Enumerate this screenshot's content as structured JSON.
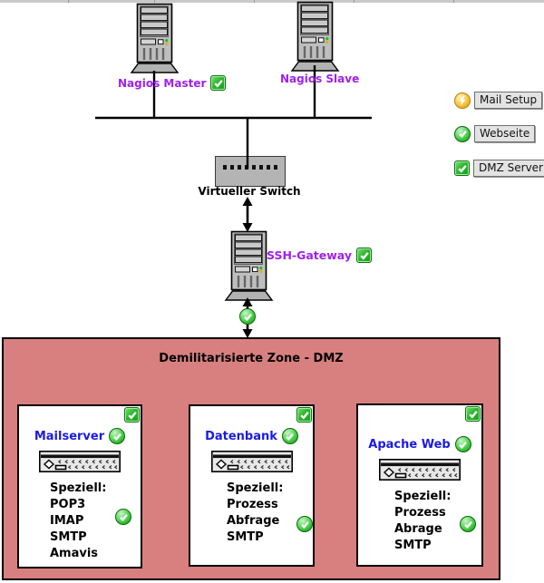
{
  "nodes": {
    "master": {
      "label": "Nagios Master",
      "status": "ok"
    },
    "slave": {
      "label": "Nagios Slave"
    },
    "switch": {
      "label": "Virtueller Switch"
    },
    "gateway": {
      "label": "SSH-Gateway",
      "status": "ok"
    }
  },
  "dmz": {
    "title": "Demilitarisierte Zone - DMZ",
    "servers": [
      {
        "name": "Mailserver",
        "speziell_label": "Speziell:",
        "services": [
          "POP3",
          "IMAP",
          "SMTP",
          "Amavis"
        ],
        "status": "ok"
      },
      {
        "name": "Datenbank",
        "speziell_label": "Speziell:",
        "services": [
          "Prozess",
          "Abfrage",
          "SMTP"
        ],
        "status": "ok"
      },
      {
        "name": "Apache Web",
        "speziell_label": "Speziell:",
        "services": [
          "Prozess",
          "Abrage",
          "SMTP"
        ],
        "status": "ok"
      }
    ]
  },
  "legend": {
    "items": [
      {
        "label": "Mail Setup",
        "icon": "pending-orb-icon"
      },
      {
        "label": "Webseite",
        "icon": "ok-orb-icon"
      },
      {
        "label": "DMZ Server",
        "icon": "ok-square-icon"
      }
    ]
  },
  "colors": {
    "node_label_purple": "#a020f0",
    "server_title_blue": "#1a1ae6",
    "dmz_fill": "#d88080",
    "ok_green": "#2eb82e",
    "pending_yellow": "#f0b030"
  }
}
